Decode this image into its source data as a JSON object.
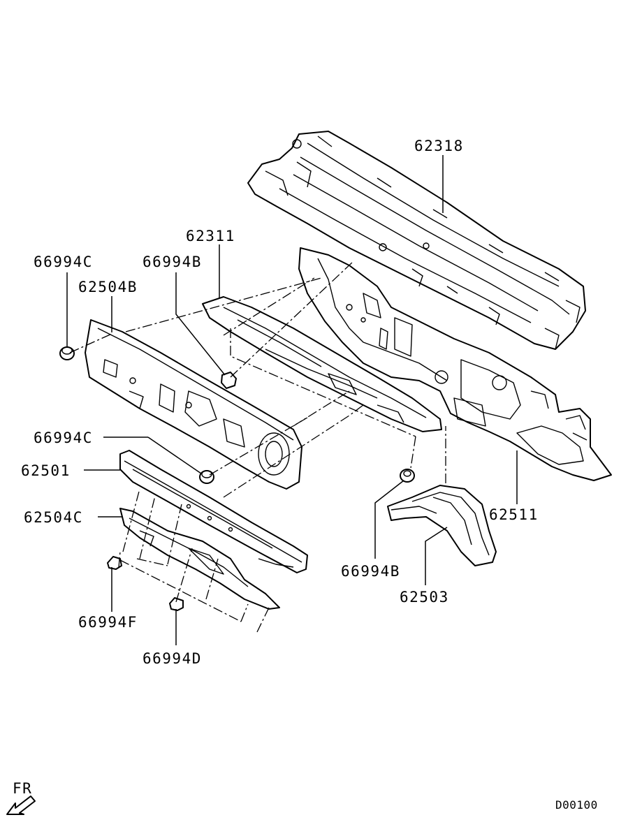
{
  "labels": {
    "p62318": "62318",
    "p62311": "62311",
    "p66994C_top": "66994C",
    "p66994B_top": "66994B",
    "p62504B": "62504B",
    "p66994C_mid": "66994C",
    "p62501": "62501",
    "p62504C": "62504C",
    "p66994F": "66994F",
    "p66994D": "66994D",
    "p66994B_bottom": "66994B",
    "p62503": "62503",
    "p62511": "62511"
  },
  "direction_label": "FR",
  "drawing_code": "D00100",
  "icons": [
    "front-direction-arrow-icon"
  ]
}
